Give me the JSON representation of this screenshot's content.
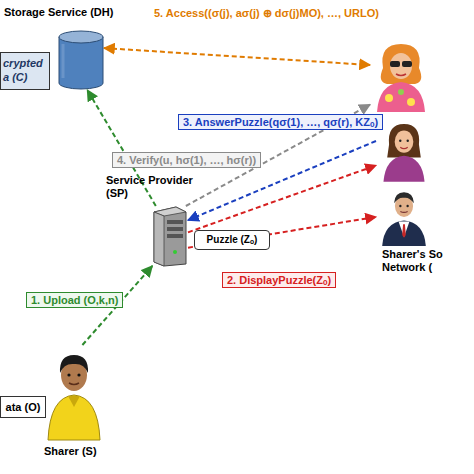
{
  "diagram": {
    "nodes": [
      {
        "text": [
          "Storage Service (DH)"
        ]
      },
      {
        "text": [
          "crypted a (C)"
        ]
      },
      {
        "text": []
      },
      {
        "text": []
      },
      {
        "text": [
          "Sharer's So Network ("
        ]
      },
      {
        "text": [
          "Service Provider (SP)"
        ]
      },
      {
        "text": [
          "Puzzle (Zₒ)"
        ]
      },
      {
        "text": [
          "ata (O)"
        ]
      },
      {
        "text": [
          "Sharer (S)"
        ]
      }
    ],
    "edges": [
      {
        "from": 8,
        "to": 5,
        "arrow": "to",
        "label": "1. Upload (O,k,n)"
      },
      {
        "from": 5,
        "to": 0,
        "arrow": "to"
      },
      {
        "from": 5,
        "to": 4,
        "arrow": "to",
        "label": "2. DisplayPuzzle(Zₒ)"
      },
      {
        "from": 5,
        "to": 3,
        "arrow": "to"
      },
      {
        "from": 3,
        "to": 5,
        "arrow": "to",
        "label": "3. AnswerPuzzle(qσ(1), …, qσ(r), KZₒ)"
      },
      {
        "from": 5,
        "to": 2,
        "arrow": "to",
        "label": "4. Verify(u, hσ(1), …, hσ(r))"
      },
      {
        "from": 0,
        "to": 2,
        "arrow": "both",
        "label": "5. Access((σ(j), aσ(j) ⊕ dσ(j)MO), …, URLO)"
      }
    ]
  }
}
